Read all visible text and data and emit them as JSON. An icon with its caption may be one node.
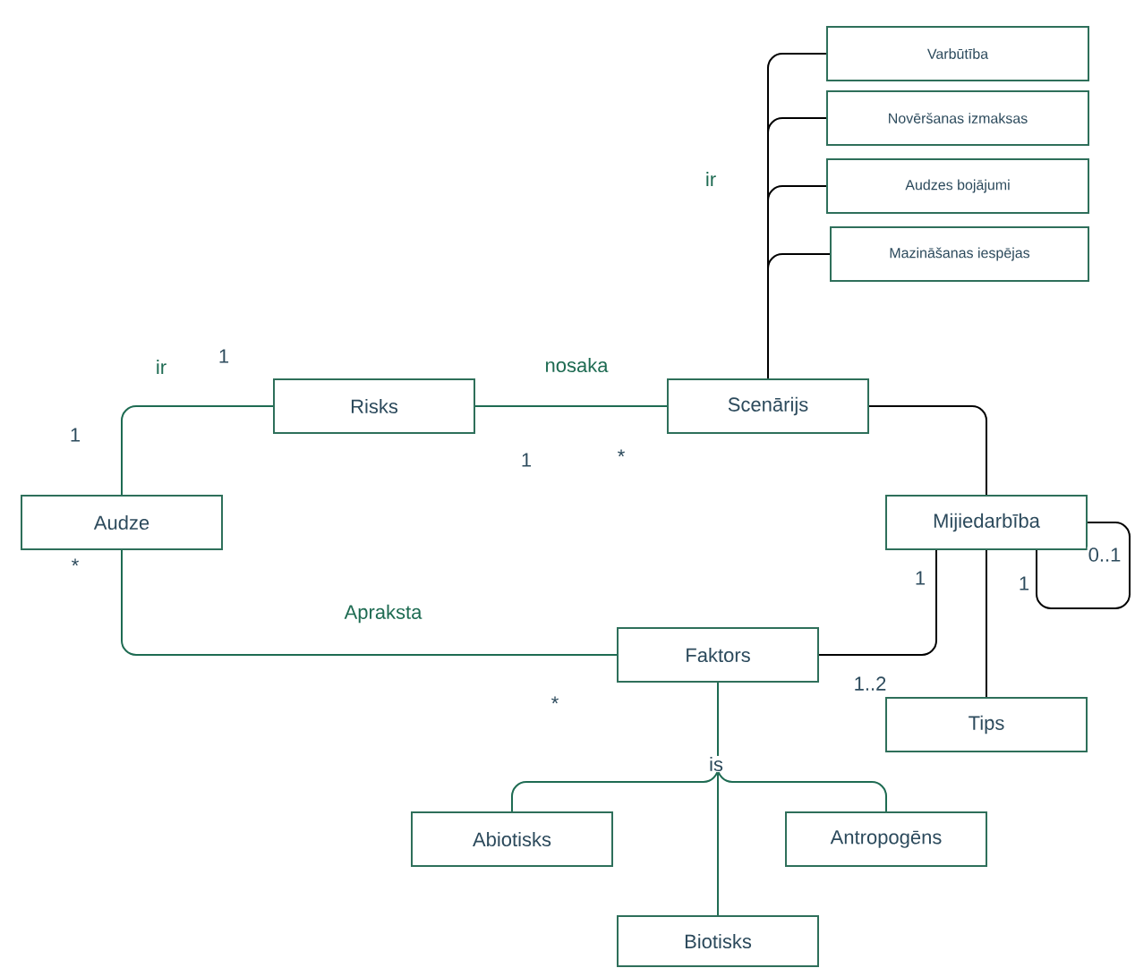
{
  "diagram": {
    "nodes": [
      {
        "text": [
          "Varbūtība"
        ]
      },
      {
        "text": [
          "Novēršanas izmaksas"
        ]
      },
      {
        "text": [
          "Audzes bojājumi"
        ]
      },
      {
        "text": [
          "Mazināšanas iespējas"
        ]
      },
      {
        "text": [
          "Risks"
        ]
      },
      {
        "text": [
          "Scenārijs"
        ]
      },
      {
        "text": [
          "Audze"
        ]
      },
      {
        "text": [
          "Mijiedarbība"
        ]
      },
      {
        "text": [
          "Faktors"
        ]
      },
      {
        "text": [
          "Tips"
        ]
      },
      {
        "text": [
          "Abiotisks"
        ]
      },
      {
        "text": [
          "Antropogēns"
        ]
      },
      {
        "text": [
          "Biotisks"
        ]
      }
    ],
    "edges": [
      {
        "from": 5,
        "to": 0,
        "arrow": "none"
      },
      {
        "from": 5,
        "to": 1,
        "arrow": "none"
      },
      {
        "from": 5,
        "to": 2,
        "arrow": "none"
      },
      {
        "from": 5,
        "to": 3,
        "arrow": "none"
      },
      {
        "from": 6,
        "to": 4,
        "arrow": "none",
        "color": "#1e6b52"
      },
      {
        "from": 4,
        "to": 5,
        "arrow": "none",
        "label": "nosaka",
        "color": "#1e6b52"
      },
      {
        "from": 5,
        "to": 7,
        "arrow": "none"
      },
      {
        "from": 6,
        "to": 8,
        "arrow": "none",
        "label": "Apraksta",
        "color": "#1e6b52"
      },
      {
        "from": 7,
        "to": 8,
        "arrow": "none"
      },
      {
        "from": 7,
        "to": 9,
        "arrow": "none"
      },
      {
        "from": 7,
        "to": 7,
        "arrow": "none"
      },
      {
        "from": 8,
        "to": 10,
        "arrow": "none",
        "color": "#1e6b52"
      },
      {
        "from": 8,
        "to": 11,
        "arrow": "none",
        "color": "#1e6b52"
      },
      {
        "from": 8,
        "to": 12,
        "arrow": "none",
        "color": "#1e6b52"
      }
    ],
    "labels": [
      "ir",
      "ir",
      "1",
      "1",
      "1",
      "*",
      "*",
      "1",
      "1",
      "0..1",
      "1..2",
      "*",
      "is"
    ]
  }
}
